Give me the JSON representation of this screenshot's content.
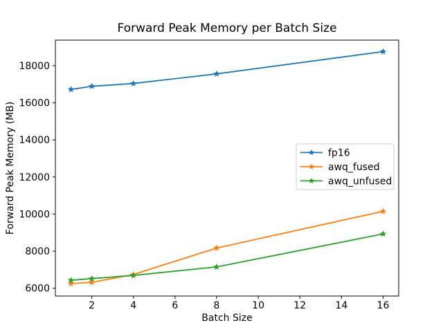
{
  "figure": {
    "background": "#ffffff",
    "text_color": "#000000"
  },
  "chart_data": {
    "type": "line",
    "title": "Forward Peak Memory per Batch Size",
    "xlabel": "Batch Size",
    "ylabel": "Forward Peak Memory (MB)",
    "x": [
      1,
      2,
      4,
      8,
      16
    ],
    "series": [
      {
        "name": "fp16",
        "color": "#1f77b4",
        "marker": "star",
        "values": [
          16720,
          16890,
          17040,
          17560,
          18760
        ]
      },
      {
        "name": "awq_fused",
        "color": "#ff7f0e",
        "marker": "star",
        "values": [
          6250,
          6320,
          6740,
          8170,
          10150
        ]
      },
      {
        "name": "awq_unfused",
        "color": "#2ca02c",
        "marker": "star",
        "values": [
          6430,
          6520,
          6690,
          7150,
          8930
        ]
      }
    ],
    "xlim": [
      0.25,
      16.75
    ],
    "ylim": [
      5580,
      19380
    ],
    "x_ticks": [
      2,
      4,
      6,
      8,
      10,
      12,
      14,
      16
    ],
    "y_ticks": [
      6000,
      8000,
      10000,
      12000,
      14000,
      16000,
      18000
    ],
    "grid": false,
    "legend_position": "center-right",
    "axis_color": "#000000",
    "legend_border_color": "#cccccc"
  }
}
